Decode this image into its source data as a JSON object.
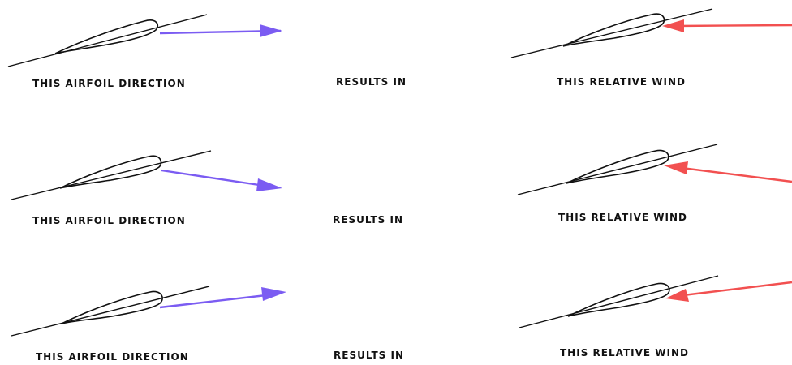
{
  "rows": [
    {
      "left_label": "THIS AIRFOIL DIRECTION",
      "middle_label": "RESULTS IN",
      "right_label": "THIS RELATIVE WIND"
    },
    {
      "left_label": "THIS AIRFOIL DIRECTION",
      "middle_label": "RESULTS IN",
      "right_label": "THIS RELATIVE WIND"
    },
    {
      "left_label": "THIS AIRFOIL DIRECTION",
      "middle_label": "RESULTS IN",
      "right_label": "THIS RELATIVE WIND"
    }
  ],
  "colors": {
    "airfoil_direction_arrow": "#7b5cf2",
    "relative_wind_arrow": "#f25050",
    "outline": "#111111"
  }
}
